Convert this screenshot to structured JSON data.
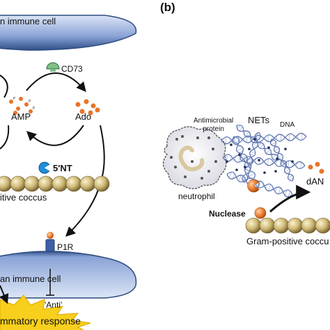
{
  "panel_a": {
    "top_cell_label": "n immune cell",
    "cd73_label": "CD73",
    "amp_label": "AMP",
    "ado_label": "Ado",
    "nt5_label": "5'NT",
    "coccus_label": "itive coccus",
    "p1r_label": "P1R",
    "bottom_cell_label": "an immune cell",
    "anti_label": "'Anti'",
    "response_label": "mmatory response",
    "phosphate_mark": "P"
  },
  "panel_b": {
    "panel_letter": "(b)",
    "antimicrobial_label": "Antimicrobial\nprotein",
    "nets_label": "NETs",
    "dna_label": "DNA",
    "neutrophil_label": "neutrophil",
    "nuclease_label": "Nuclease",
    "damp_label": "dAN",
    "coccus_label": "Gram-positive coccu"
  },
  "colors": {
    "cell_membrane": "#2f4f86",
    "cell_fill": "#8fa6d8",
    "phosphate_orange": "#e8742a",
    "coccus_gold": "#c9b16a",
    "cd73_green": "#7fc08a",
    "nt5_blue": "#1f8fd8",
    "response_yellow": "#f7cf1c",
    "dna_blue": "#6a80b8"
  }
}
